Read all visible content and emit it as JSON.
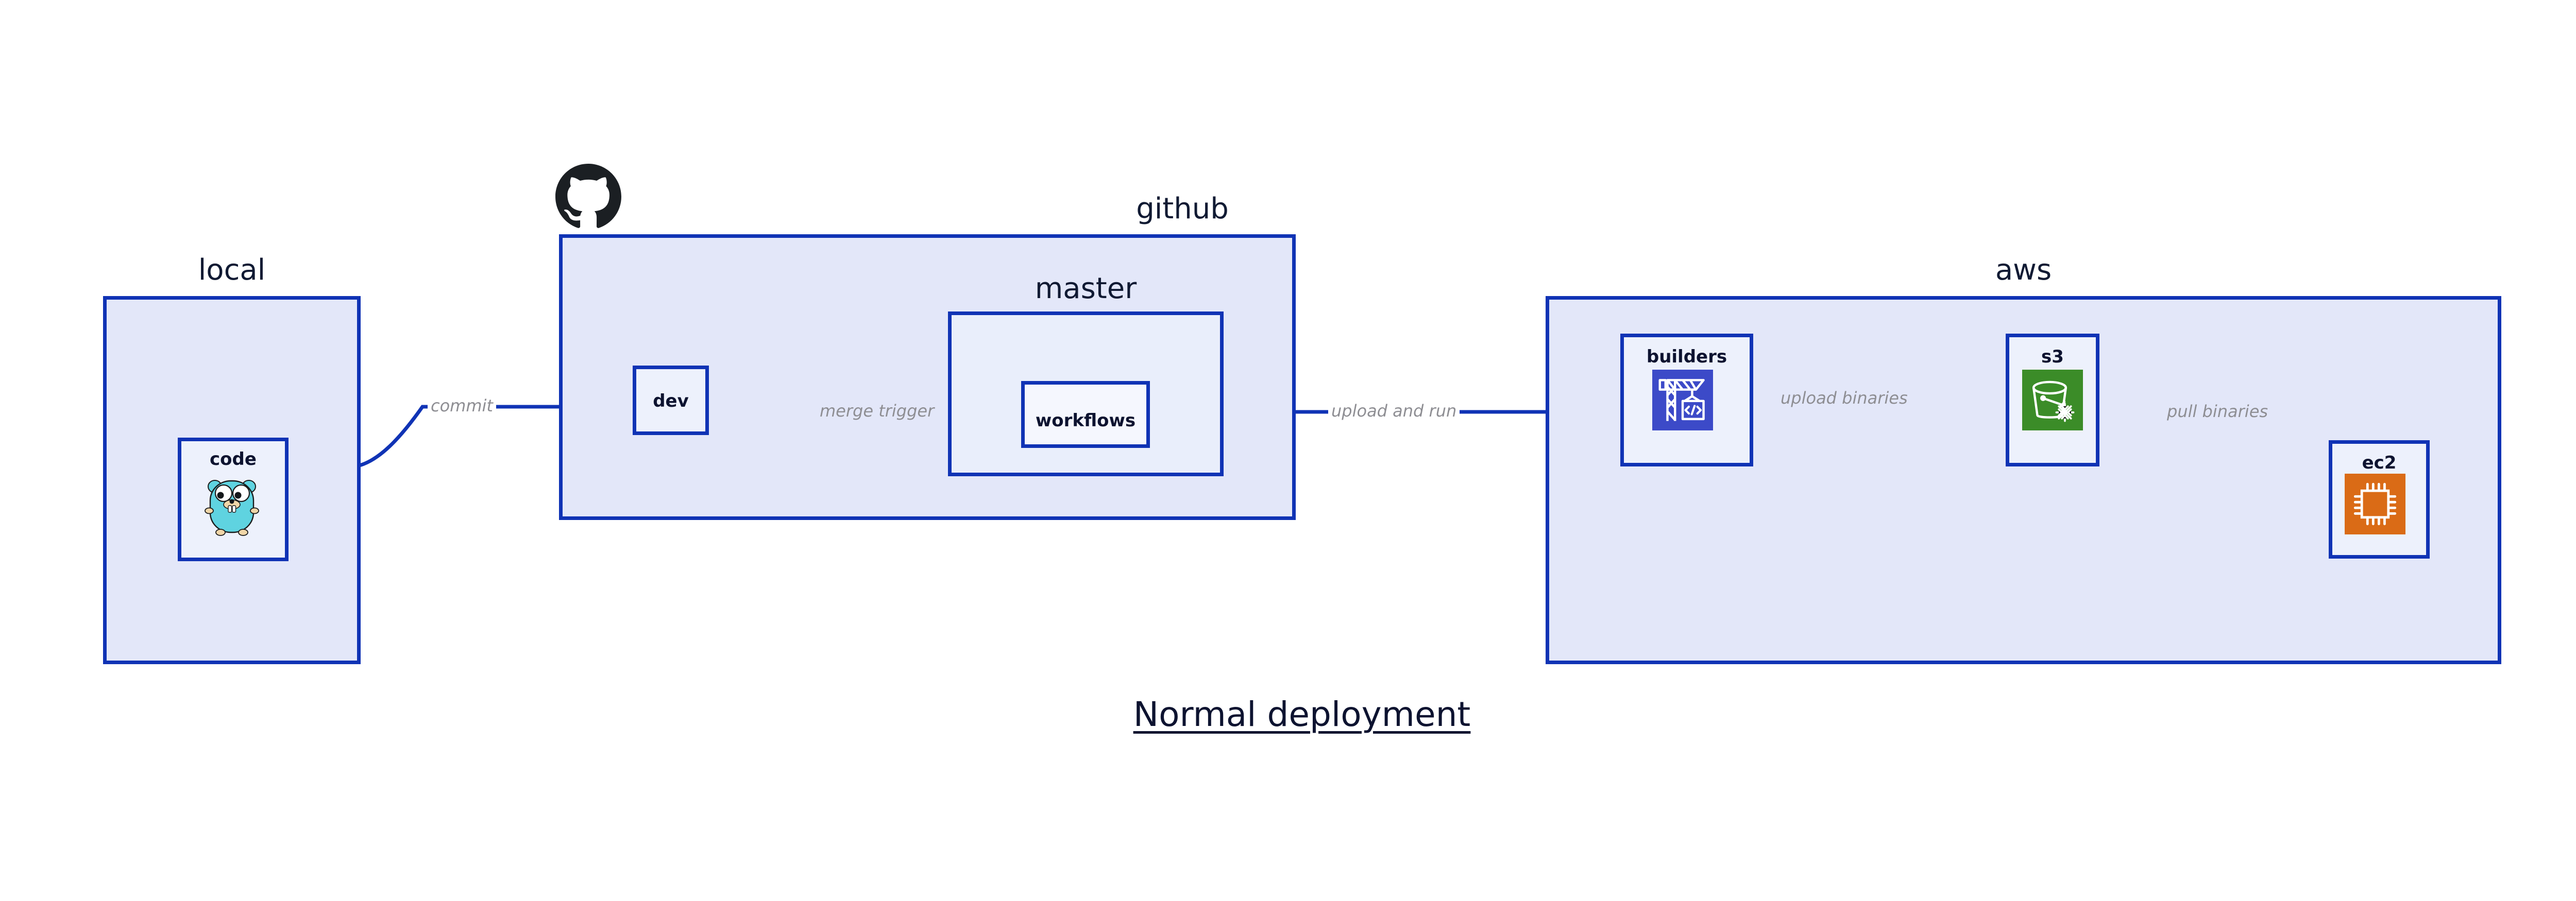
{
  "title": "Normal deployment",
  "theme": {
    "group_fill": "#e3e7f9",
    "node_fill": "#edf1fc",
    "border": "#1033b5",
    "wire": "#1033b5",
    "label_text": "#101a33",
    "edge_label_text": "#8e8e93",
    "title_text": "#0d1330",
    "builders_icon_bg": "#3c4ac8",
    "s3_icon_bg": "#3b8c28",
    "ec2_icon_bg": "#da6b16",
    "gopher_body": "#5fd3e0",
    "github_logo": "#1b1f23"
  },
  "groups": [
    {
      "id": "local",
      "label": "local"
    },
    {
      "id": "github",
      "label": "github"
    },
    {
      "id": "master",
      "label": "master"
    },
    {
      "id": "aws",
      "label": "aws"
    }
  ],
  "nodes": [
    {
      "id": "code",
      "label": "code",
      "icon": "go-gopher-icon"
    },
    {
      "id": "dev",
      "label": "dev",
      "icon": null
    },
    {
      "id": "workflows",
      "label": "workflows",
      "icon": null
    },
    {
      "id": "builders",
      "label": "builders",
      "icon": "aws-builders-crane-icon"
    },
    {
      "id": "s3",
      "label": "s3",
      "icon": "aws-s3-bucket-icon"
    },
    {
      "id": "ec2",
      "label": "ec2",
      "icon": "aws-ec2-chip-icon"
    }
  ],
  "edges": [
    {
      "id": "commit",
      "from": "code",
      "to": "dev",
      "label": "commit"
    },
    {
      "id": "merge-trigger",
      "from": "dev",
      "to": "workflows",
      "label": "merge trigger"
    },
    {
      "id": "upload-and-run",
      "from": "workflows",
      "to": "builders",
      "label": "upload and run"
    },
    {
      "id": "upload-binaries",
      "from": "builders",
      "to": "s3",
      "label": "upload binaries"
    },
    {
      "id": "pull-binaries",
      "from": "s3",
      "to": "ec2",
      "label": "pull binaries"
    }
  ],
  "logos": [
    {
      "id": "github-logo",
      "name": "github-octocat-icon"
    }
  ]
}
